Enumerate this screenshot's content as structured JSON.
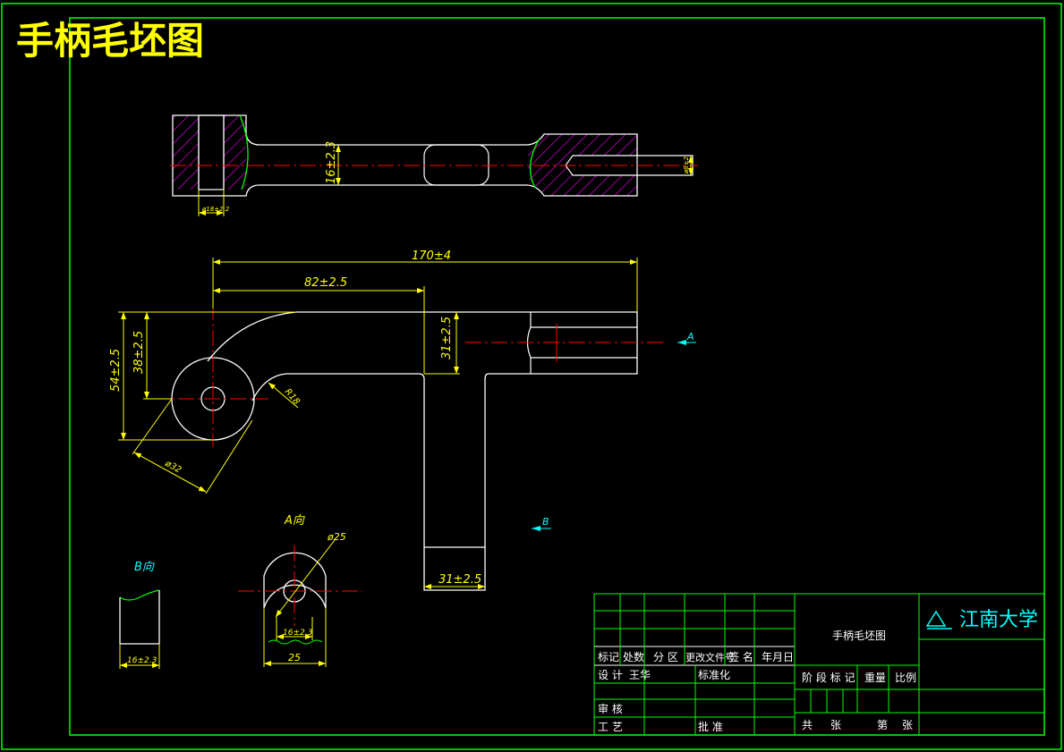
{
  "title": "手柄毛坯图",
  "colors": {
    "background": "#000000",
    "border": "#00ff00",
    "outline": "#ffffff",
    "dimension": "#ffff00",
    "centerline": "#ff0000",
    "hatch": "#ff00ff",
    "annotation": "#00ffff"
  },
  "top_view": {
    "dim_thickness": "16±2.3",
    "dim_left_dia": "ø18±2.2",
    "dim_right_dia": "ø8±2"
  },
  "front_view": {
    "dim_total": "170±4",
    "dim_left": "82±2.5",
    "dim_height_54": "54±2.5",
    "dim_height_38": "38±2.5",
    "dim_height_31": "31±2.5",
    "dim_dia_32": "ø32",
    "dim_radius": "R18",
    "dim_bottom_width": "31±2.5",
    "arrow_a": "A",
    "arrow_b": "B"
  },
  "view_a": {
    "label": "A向",
    "dim_dia": "ø25",
    "dim_inner": "16±2.3",
    "dim_width": "25"
  },
  "view_b": {
    "label": "B向",
    "dim_width": "16±2.3"
  },
  "title_block": {
    "drawing_name": "手柄毛坯图",
    "school": "江南大学",
    "row_labels": [
      "标记",
      "处数",
      "分 区",
      "更改文件号",
      "签 名",
      "年月日"
    ],
    "design_label": "设 计",
    "designer": "王华",
    "standardize_label": "标准化",
    "review_label": "审 核",
    "process_label": "工 艺",
    "approve_label": "批 准",
    "stage_label": "阶 段 标 记",
    "weight_label": "重量",
    "scale_label": "比例",
    "total_label": "共",
    "sheet_label": "张",
    "page_label": "第",
    "page_sheet_label": "张"
  }
}
